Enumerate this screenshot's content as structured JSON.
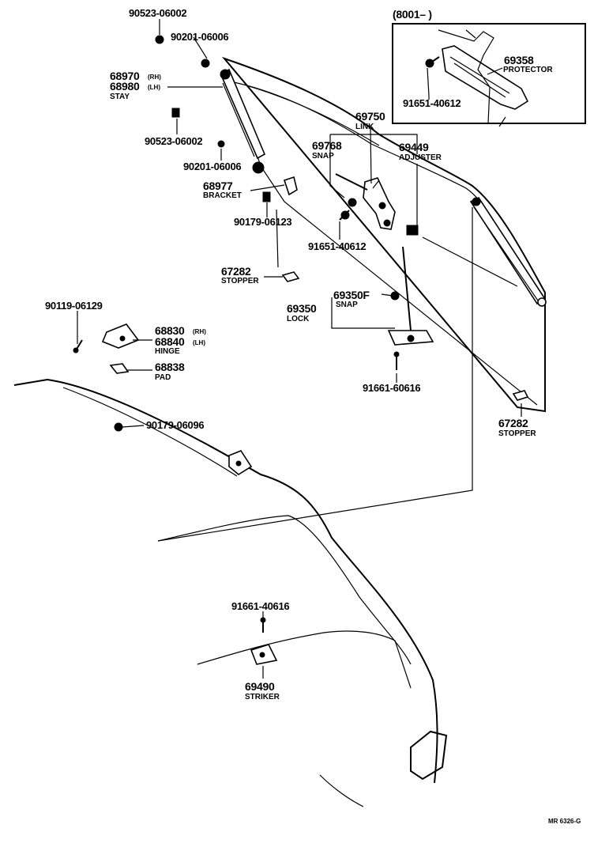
{
  "inset": {
    "heading": "(8001–          )",
    "part_no": "69358",
    "name": "PROTECTOR",
    "bolt_no": "91651-40612"
  },
  "parts": {
    "nut_top": "90523-06002",
    "clip_top": "90201-06006",
    "stay_rh": "68970",
    "stay_rh_tag": "(RH)",
    "stay_lh": "68980",
    "stay_lh_tag": "(LH)",
    "stay_name": "STAY",
    "nut_mid": "90523-06002",
    "clip_mid": "90201-06006",
    "bracket_no": "68977",
    "bracket_name": "BRACKET",
    "screw_bracket": "90179-06123",
    "link_no": "69750",
    "link_name": "LINK",
    "snap_no": "69768",
    "snap_name": "SNAP",
    "adjuster_no": "69449",
    "adjuster_name": "ADJUSTER",
    "bolt_mid": "91651-40612",
    "stopper_left_no": "67282",
    "stopper_left_name": "STOPPER",
    "snap2_no": "69350F",
    "snap2_name": "SNAP",
    "lock_no": "69350",
    "lock_name": "LOCK",
    "screw_hinge": "90119-06129",
    "hinge_rh": "68830",
    "hinge_rh_tag": "(RH)",
    "hinge_lh": "68840",
    "hinge_lh_tag": "(LH)",
    "hinge_name": "HINGE",
    "pad_no": "68838",
    "pad_name": "PAD",
    "screw_lock": "91661-60616",
    "stopper_right_no": "67282",
    "stopper_right_name": "STOPPER",
    "screw_roof": "90179-06096",
    "screw_striker": "91661-40616",
    "striker_no": "69490",
    "striker_name": "STRIKER"
  },
  "figure_code": "MR 6326-G"
}
